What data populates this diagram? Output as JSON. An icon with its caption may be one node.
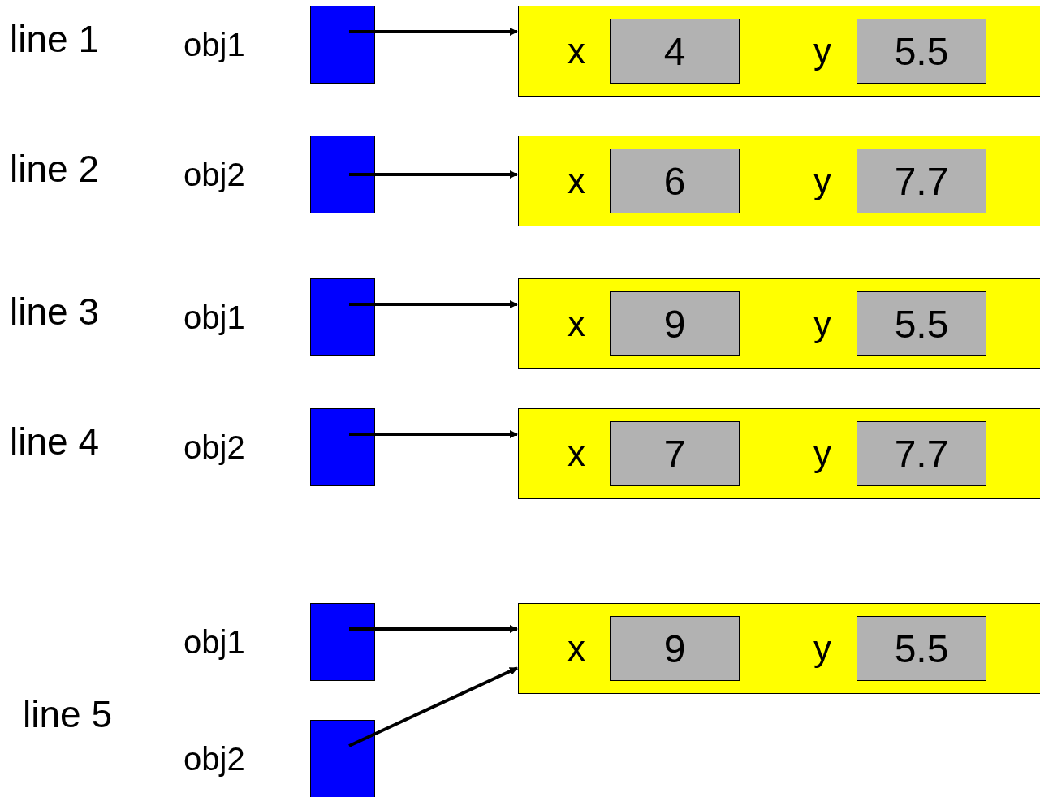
{
  "diagram": {
    "nodes": [
      {
        "text": [],
        "shape": "box",
        "beside": [
          "obj1"
        ]
      },
      {
        "text": [
          "x",
          "y"
        ]
      },
      {
        "text": [
          "4"
        ],
        "in": 1
      },
      {
        "text": [
          "5.5"
        ],
        "in": 1
      },
      {
        "text": [],
        "shape": "box",
        "beside": [
          "obj2"
        ]
      },
      {
        "text": [
          "x",
          "y"
        ]
      },
      {
        "text": [
          "6"
        ],
        "in": 5
      },
      {
        "text": [
          "7.7"
        ],
        "in": 5
      },
      {
        "text": [],
        "shape": "box",
        "beside": [
          "obj1"
        ]
      },
      {
        "text": [
          "x",
          "y"
        ]
      },
      {
        "text": [
          "9"
        ],
        "in": 9
      },
      {
        "text": [
          "5.5"
        ],
        "in": 9
      },
      {
        "text": [],
        "shape": "box",
        "beside": [
          "obj2"
        ]
      },
      {
        "text": [
          "x",
          "y"
        ]
      },
      {
        "text": [
          "7"
        ],
        "in": 13
      },
      {
        "text": [
          "7.7"
        ],
        "in": 13
      },
      {
        "text": [],
        "shape": "box",
        "beside": [
          "obj1"
        ]
      },
      {
        "text": [
          "x",
          "y"
        ]
      },
      {
        "text": [
          "9"
        ],
        "in": 17
      },
      {
        "text": [
          "5.5"
        ],
        "in": 17
      },
      {
        "text": [],
        "shape": "box",
        "beside": [
          "obj2"
        ]
      }
    ],
    "edges": [
      {
        "from": 0,
        "to": 1,
        "arrow": "to"
      },
      {
        "from": 4,
        "to": 5,
        "arrow": "to"
      },
      {
        "from": 8,
        "to": 9,
        "arrow": "to"
      },
      {
        "from": 12,
        "to": 13,
        "arrow": "to"
      },
      {
        "from": 16,
        "to": 17,
        "arrow": "to"
      },
      {
        "from": 20,
        "to": 17,
        "arrow": "to"
      }
    ],
    "labels": [
      "line 1",
      "line 2",
      "line 3",
      "line 4",
      "line 5"
    ]
  }
}
